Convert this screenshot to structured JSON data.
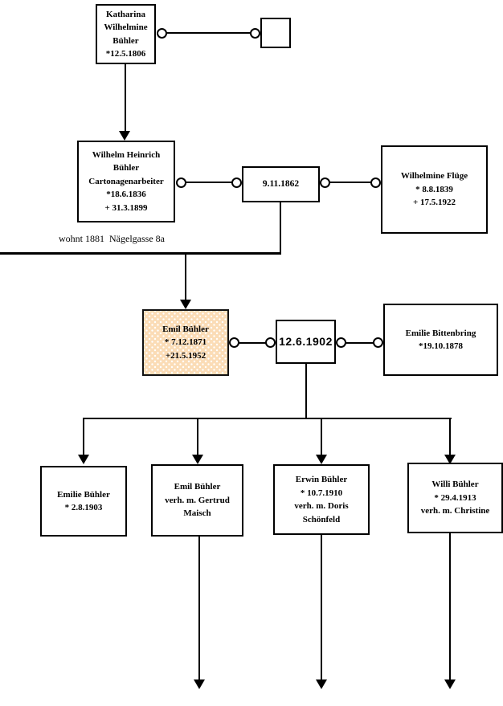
{
  "diagram": {
    "kind": "family-tree",
    "colors": {
      "background": "#ffffff",
      "line": "#000000",
      "highlight_fill": "#fbdcb6"
    }
  },
  "persons": {
    "katharina_buehler": {
      "lines": [
        "Katharina",
        "Wilhelmine",
        "Bühler",
        "*12.5.1806"
      ]
    },
    "unknown_partner": {
      "lines": []
    },
    "wilhelm_buehler": {
      "lines": [
        "Wilhelm Heinrich",
        "Bühler",
        "Cartonagenarbeiter",
        "*18.6.1836",
        "+ 31.3.1899"
      ]
    },
    "wilhelmine_fluege": {
      "lines": [
        "Wilhelmine Flüge",
        "* 8.8.1839",
        "+ 17.5.1922"
      ]
    },
    "emil_buehler": {
      "lines": [
        "Emil Bühler",
        "* 7.12.1871",
        "+21.5.1952"
      ],
      "highlighted": true
    },
    "emilie_bittenbring": {
      "lines": [
        "Emilie Bittenbring",
        "*19.10.1878"
      ]
    },
    "child_emilie": {
      "lines": [
        "Emilie Bühler",
        "* 2.8.1903"
      ]
    },
    "child_emil": {
      "lines": [
        "Emil Bühler",
        "verh. m. Gertrud",
        "Maisch"
      ]
    },
    "child_erwin": {
      "lines": [
        "Erwin Bühler",
        "* 10.7.1910",
        "verh. m. Doris",
        "Schönfeld"
      ]
    },
    "child_willi": {
      "lines": [
        "Willi Bühler",
        "* 29.4.1913",
        "verh. m. Christine"
      ]
    }
  },
  "marriages": {
    "wilhelm_wilhelmine": {
      "date": "9.11.1862"
    },
    "emil_emilie": {
      "date": "12.6.1902"
    }
  },
  "notes": {
    "residence": "wohnt 1881  Nägelgasse 8a"
  }
}
